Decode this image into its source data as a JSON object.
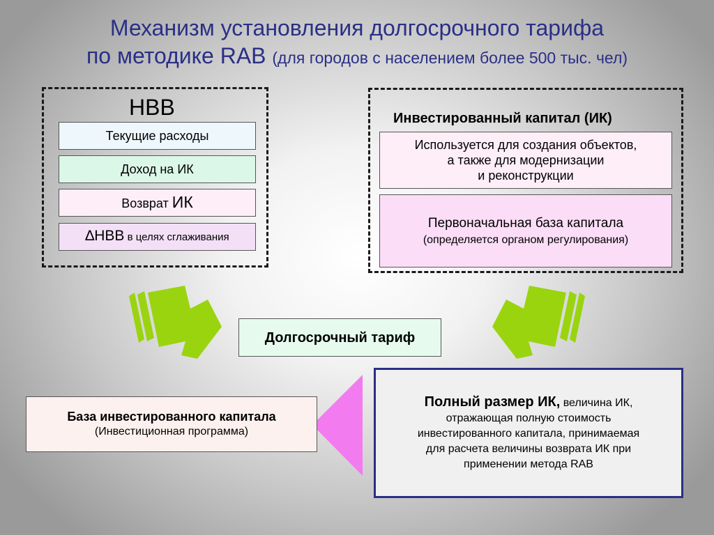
{
  "title": {
    "line1": "Механизм установления долгосрочного тарифа",
    "line2_main": "по методике RAB",
    "line2_note": "(для городов с населением более 500 тыс. чел)"
  },
  "nvv": {
    "heading": "НВВ",
    "items": [
      {
        "text": "Текущие расходы",
        "color": "#eef7fc"
      },
      {
        "text": "Доход на ИК",
        "color": "#dbf7e8"
      },
      {
        "text_main": "Возврат ",
        "text_big": "ИК",
        "color": "#fdeef8"
      },
      {
        "symbol": "∆",
        "text_main": "НВВ",
        "text_small": " в целях сглаживания",
        "color": "#f3e0f7"
      }
    ]
  },
  "ik": {
    "heading": "Инвестированный капитал (ИК)",
    "usage": {
      "lines": [
        "Используется для создания объектов,",
        "а также для модернизации",
        "и реконструкции"
      ],
      "color": "#fdeef8"
    },
    "base": {
      "main": "Первоначальная база капитала",
      "note": "(определяется органом регулирования)",
      "color": "#fbddf7"
    }
  },
  "tariff": {
    "text": "Долгосрочный тариф",
    "color": "#e6fbee"
  },
  "invest_base": {
    "main": "База инвестированного капитала",
    "note": "(Инвестиционная программа)",
    "color": "#fdf1ef"
  },
  "full_size": {
    "bold": "Полный размер ИК,",
    "lines": [
      " величина ИК,",
      "отражающая полную стоимость",
      "инвестированного капитала, принимаемая",
      "для расчета величины возврата ИК при",
      "применении метода RAB"
    ],
    "color": "#f0f0f0",
    "border_color": "#2a2f86"
  },
  "colors": {
    "title": "#2a2f86",
    "arrow_green": "#99d40f",
    "arrow_pink": "#f27bf0"
  },
  "icons": {
    "left_arrow": "green-arrow-right-icon",
    "right_arrow": "green-arrow-left-icon",
    "pink": "pink-triangle-left-icon"
  }
}
